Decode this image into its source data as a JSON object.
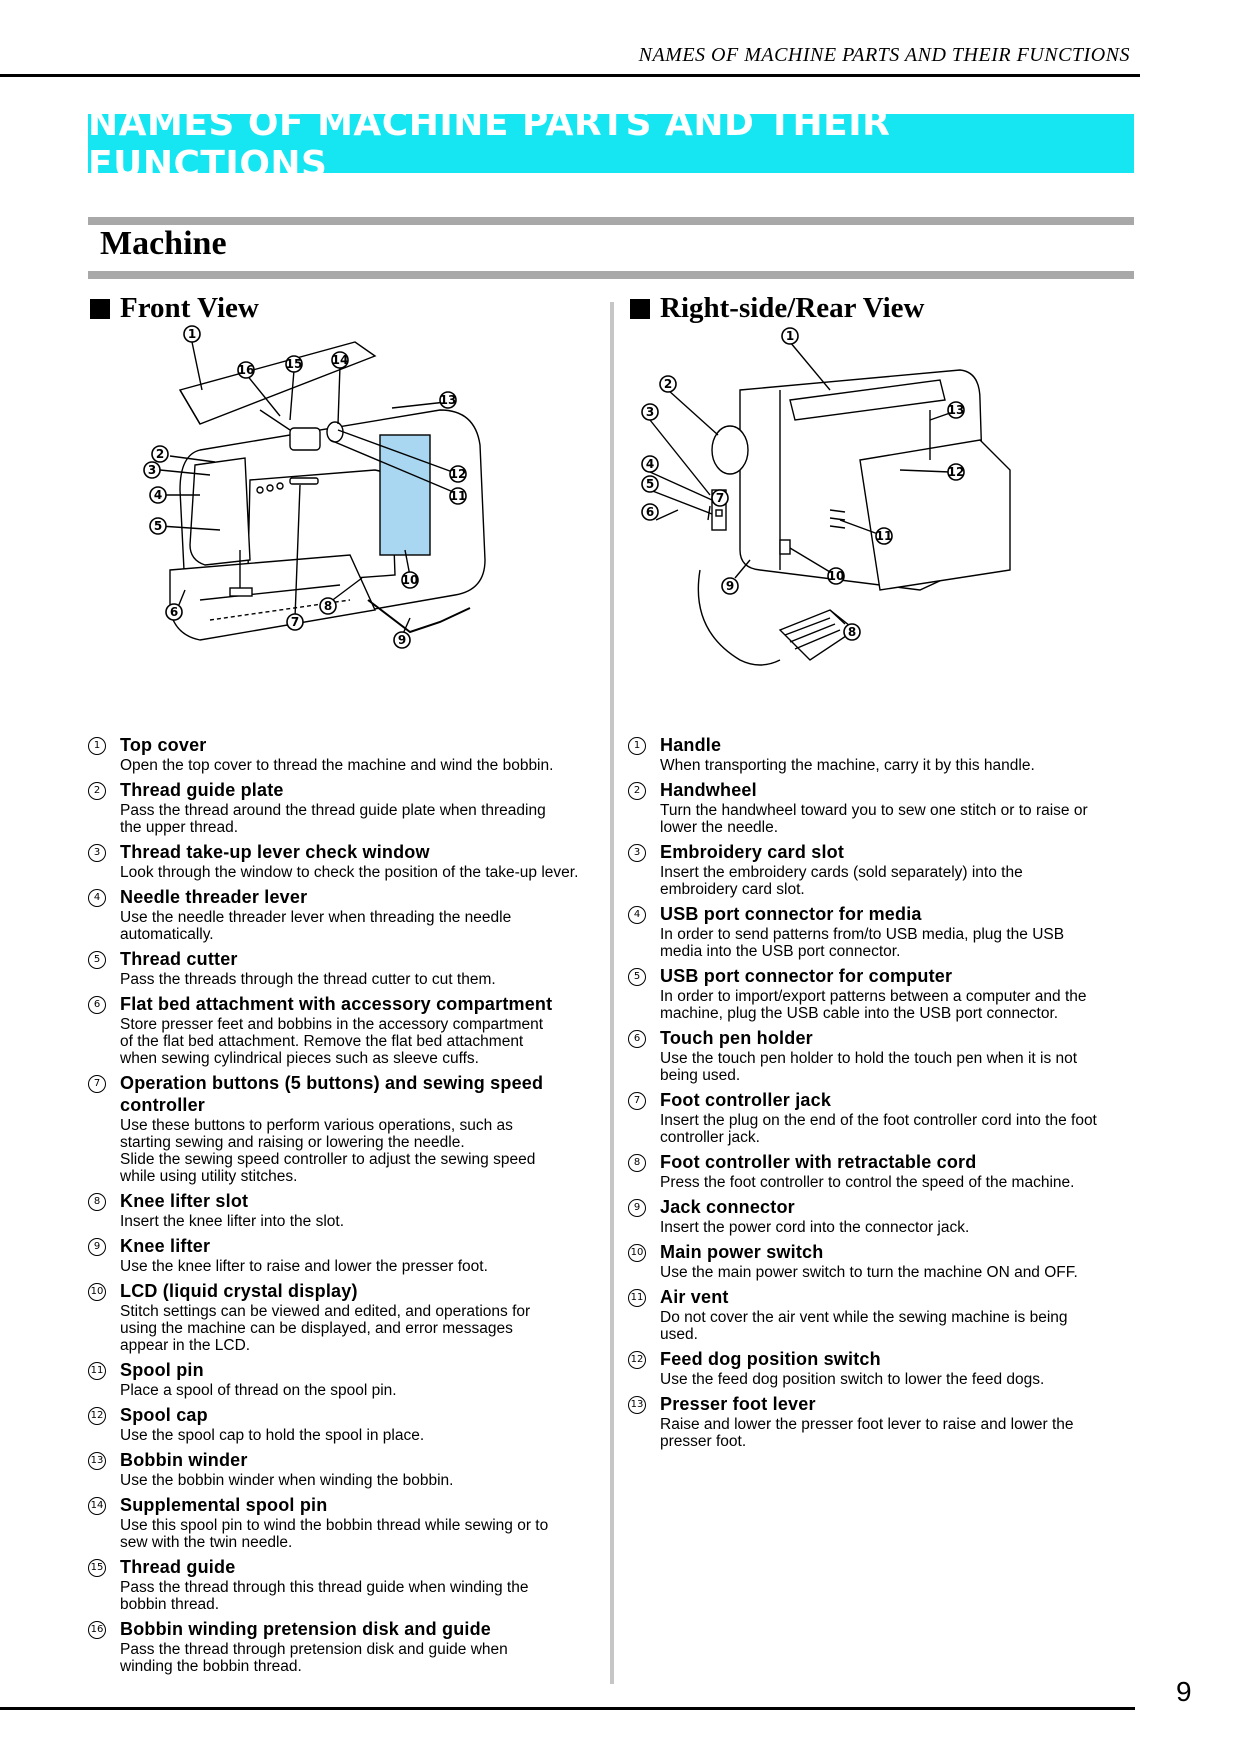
{
  "running_header": "NAMES OF MACHINE PARTS AND THEIR FUNCTIONS",
  "banner_title": "NAMES OF MACHINE PARTS AND THEIR FUNCTIONS",
  "section_title": "Machine",
  "front": {
    "heading": "Front View",
    "callouts": [
      "1",
      "2",
      "3",
      "4",
      "5",
      "6",
      "7",
      "8",
      "9",
      "10",
      "11",
      "12",
      "13",
      "14",
      "15",
      "16"
    ],
    "items": [
      {
        "num": "1",
        "name": "Top cover",
        "desc": "Open the top cover to thread the machine and wind the bobbin."
      },
      {
        "num": "2",
        "name": "Thread guide plate",
        "desc": "Pass the thread around the thread guide plate when threading\nthe upper thread."
      },
      {
        "num": "3",
        "name": "Thread take-up lever check window",
        "desc": "Look through the window to check the position of the take-up lever."
      },
      {
        "num": "4",
        "name": "Needle threader lever",
        "desc": "Use the needle threader lever when threading the needle\nautomatically."
      },
      {
        "num": "5",
        "name": "Thread cutter",
        "desc": "Pass the threads through the thread cutter to cut them."
      },
      {
        "num": "6",
        "name": "Flat bed attachment with accessory compartment",
        "desc": "Store presser feet and bobbins in the accessory compartment\nof the flat bed attachment. Remove the flat bed attachment\nwhen sewing cylindrical pieces such as sleeve cuffs."
      },
      {
        "num": "7",
        "name": "Operation buttons (5 buttons) and sewing speed controller",
        "desc": "Use these buttons to perform various operations, such as\nstarting sewing and raising or lowering the needle.\nSlide the sewing speed controller to adjust the sewing speed\nwhile using utility stitches."
      },
      {
        "num": "8",
        "name": "Knee lifter slot",
        "desc": "Insert the knee lifter into the slot."
      },
      {
        "num": "9",
        "name": "Knee lifter",
        "desc": "Use the knee lifter to raise and lower the presser foot."
      },
      {
        "num": "10",
        "name": "LCD (liquid crystal display)",
        "desc": "Stitch settings can be viewed and edited, and operations for\nusing the machine can be displayed, and error messages\nappear in the LCD."
      },
      {
        "num": "11",
        "name": "Spool pin",
        "desc": "Place a spool of thread on the spool pin."
      },
      {
        "num": "12",
        "name": "Spool cap",
        "desc": "Use the spool cap to hold the spool in place."
      },
      {
        "num": "13",
        "name": "Bobbin winder",
        "desc": "Use the bobbin winder when winding the bobbin."
      },
      {
        "num": "14",
        "name": "Supplemental spool pin",
        "desc": "Use this spool pin to wind the bobbin thread while sewing or to\nsew with the twin needle."
      },
      {
        "num": "15",
        "name": "Thread guide",
        "desc": "Pass the thread through this thread guide when winding the\nbobbin thread."
      },
      {
        "num": "16",
        "name": "Bobbin winding pretension disk and guide",
        "desc": "Pass the thread through pretension disk and guide when\nwinding the bobbin thread."
      }
    ]
  },
  "rear": {
    "heading": "Right-side/Rear View",
    "callouts": [
      "1",
      "2",
      "3",
      "4",
      "5",
      "6",
      "7",
      "8",
      "9",
      "10",
      "11",
      "12",
      "13"
    ],
    "items": [
      {
        "num": "1",
        "name": "Handle",
        "desc": "When transporting the machine, carry it by this handle."
      },
      {
        "num": "2",
        "name": "Handwheel",
        "desc": "Turn the handwheel toward you to sew one stitch or to raise or\nlower the needle."
      },
      {
        "num": "3",
        "name": "Embroidery card slot",
        "desc": "Insert the embroidery cards (sold separately) into the\nembroidery card slot."
      },
      {
        "num": "4",
        "name": "USB port connector for media",
        "desc": "In order to send patterns from/to USB media, plug the USB\nmedia into the USB port connector."
      },
      {
        "num": "5",
        "name": "USB port connector for computer",
        "desc": "In order to import/export patterns between a computer and the\nmachine, plug the USB cable into the USB port connector."
      },
      {
        "num": "6",
        "name": "Touch pen holder",
        "desc": "Use the touch pen holder to hold the touch pen when it is not\nbeing used."
      },
      {
        "num": "7",
        "name": "Foot controller jack",
        "desc": "Insert the plug on the end of the foot controller cord into the foot\ncontroller jack."
      },
      {
        "num": "8",
        "name": "Foot controller with retractable cord",
        "desc": "Press the foot controller to control the speed of the machine."
      },
      {
        "num": "9",
        "name": "Jack connector",
        "desc": "Insert the power cord into the connector jack."
      },
      {
        "num": "10",
        "name": "Main power switch",
        "desc": "Use the main power switch to turn the machine ON and OFF."
      },
      {
        "num": "11",
        "name": "Air vent",
        "desc": "Do not cover the air vent while the sewing machine is being\nused."
      },
      {
        "num": "12",
        "name": "Feed dog position switch",
        "desc": "Use the feed dog position switch to lower the feed dogs."
      },
      {
        "num": "13",
        "name": "Presser foot lever",
        "desc": "Raise and lower the presser foot lever to raise and lower the\npresser foot."
      }
    ]
  },
  "page_number": "9"
}
